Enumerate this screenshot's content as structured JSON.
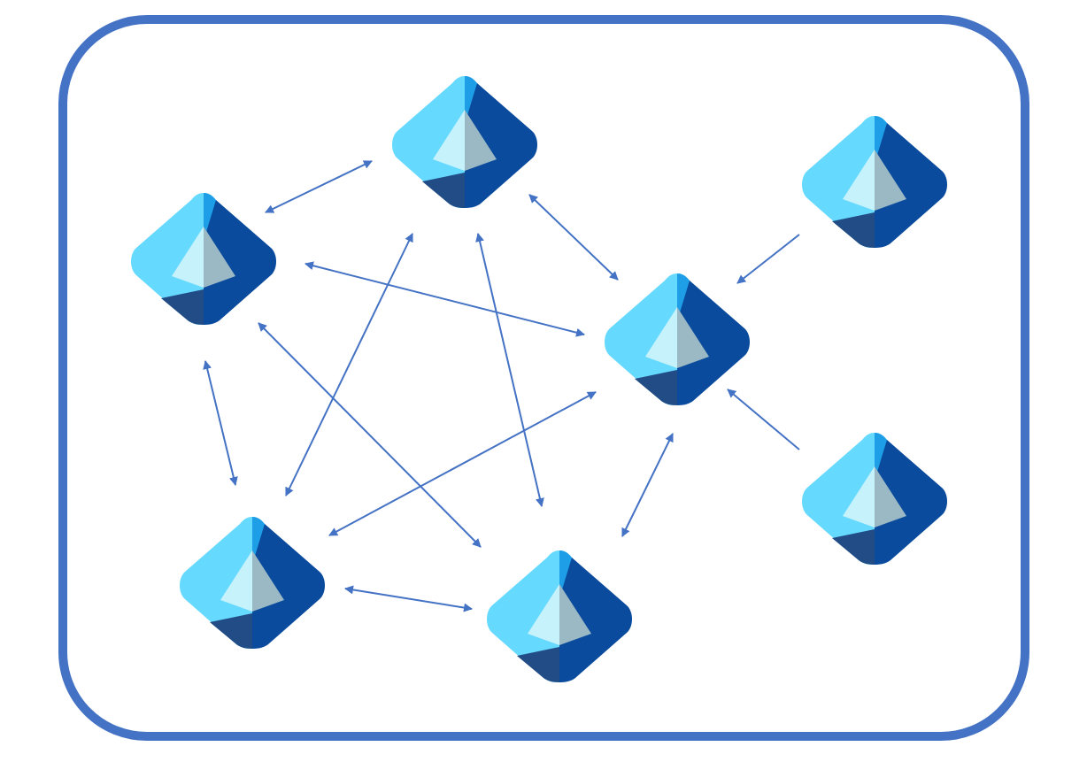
{
  "diagram": {
    "kind": "network",
    "frame_color": "#4472c4",
    "arrow_color": "#4472c4",
    "node_icon": "azure-active-directory-icon",
    "node_colors": {
      "light": "#66d9ff",
      "mid": "#1e9ee6",
      "dark": "#0a4b9e",
      "darker": "#214c85",
      "core_light": "#c6f2fb",
      "core_dark": "#9bb9c4"
    },
    "nodes": [
      {
        "id": "n1"
      },
      {
        "id": "n2"
      },
      {
        "id": "n3"
      },
      {
        "id": "n4"
      },
      {
        "id": "n5"
      },
      {
        "id": "n6"
      },
      {
        "id": "n7"
      },
      {
        "id": "n8"
      }
    ],
    "edges": [
      {
        "from": "n1",
        "to": "n2",
        "direction": "both"
      },
      {
        "from": "n1",
        "to": "n3",
        "direction": "both"
      },
      {
        "from": "n1",
        "to": "n6",
        "direction": "both"
      },
      {
        "from": "n1",
        "to": "n7",
        "direction": "both"
      },
      {
        "from": "n2",
        "to": "n3",
        "direction": "both"
      },
      {
        "from": "n2",
        "to": "n6",
        "direction": "both"
      },
      {
        "from": "n2",
        "to": "n7",
        "direction": "both"
      },
      {
        "from": "n3",
        "to": "n6",
        "direction": "both"
      },
      {
        "from": "n3",
        "to": "n7",
        "direction": "both"
      },
      {
        "from": "n6",
        "to": "n7",
        "direction": "both"
      },
      {
        "from": "n4",
        "to": "n3",
        "direction": "forward"
      },
      {
        "from": "n5",
        "to": "n3",
        "direction": "forward"
      }
    ]
  }
}
